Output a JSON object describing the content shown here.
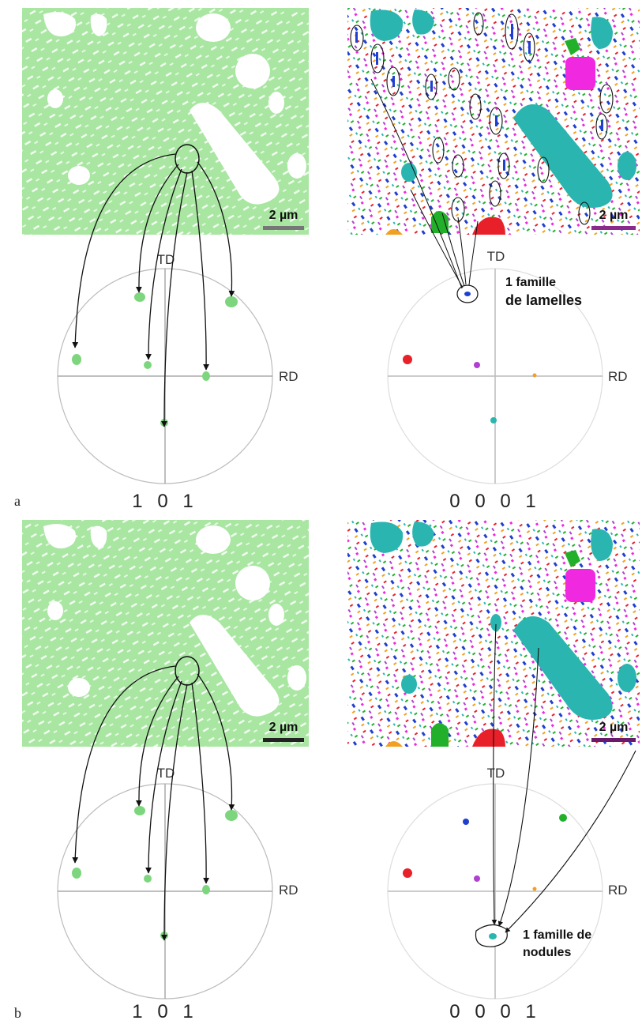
{
  "figure": {
    "panels": [
      {
        "letter": "a",
        "left": {
          "scale_label": "2 µm",
          "pole_figure": {
            "top_label": "TD",
            "right_label": "RD",
            "index_label": "1 0 1"
          },
          "colors": {
            "matrix": "#a8e6a1",
            "pole": "#7dd67d",
            "scale_bar": "#777777"
          }
        },
        "right": {
          "scale_label": "2 µm",
          "pole_figure": {
            "top_label": "TD",
            "right_label": "RD",
            "index_label": "0 0 0 1"
          },
          "annotation_line1": "1 famille",
          "annotation_line2": "de lamelles",
          "colors": {
            "scale_bar": "#8a2a8a"
          }
        }
      },
      {
        "letter": "b",
        "left": {
          "scale_label": "2 µm",
          "pole_figure": {
            "top_label": "TD",
            "right_label": "RD",
            "index_label": "1 0 1"
          },
          "colors": {
            "matrix": "#a8e6a1",
            "pole": "#7dd67d",
            "scale_bar": "#222222"
          }
        },
        "right": {
          "scale_label": "2 µm",
          "pole_figure": {
            "top_label": "TD",
            "right_label": "RD",
            "index_label": "0 0 0 1"
          },
          "annotation_line1": "1 famille de",
          "annotation_line2": "nodules",
          "colors": {
            "scale_bar": "#6a1a6a"
          }
        }
      }
    ],
    "phase_colors": {
      "teal": "#2bb5b0",
      "red": "#e8202a",
      "blue": "#1f3fd0",
      "green": "#22b02a",
      "magenta": "#f028e0",
      "orange": "#f2a020",
      "purple": "#b040d0",
      "lightgreen": "#78d878"
    }
  }
}
